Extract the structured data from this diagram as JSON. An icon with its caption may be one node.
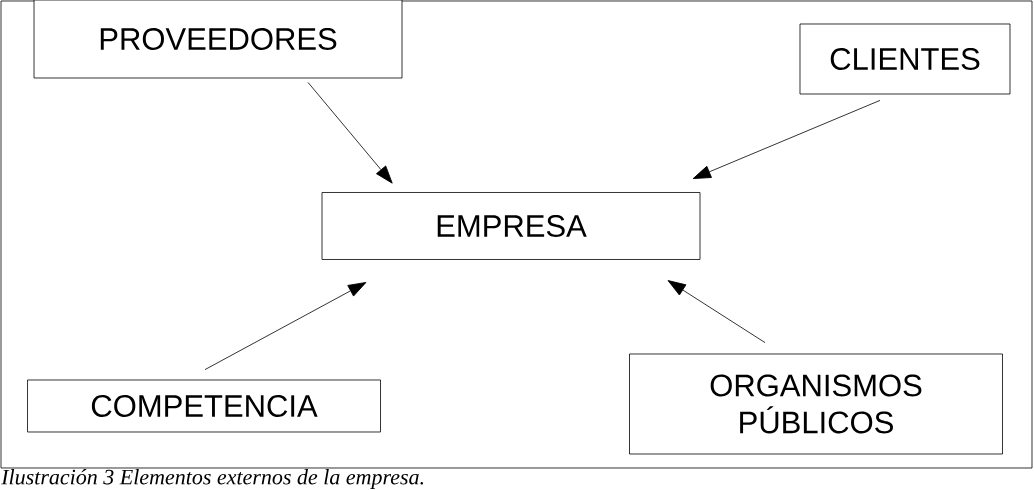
{
  "diagram": {
    "caption": "Ilustración 3 Elementos externos de la empresa.",
    "nodes": [
      {
        "text": [
          "PROVEEDORES"
        ]
      },
      {
        "text": [
          "CLIENTES"
        ]
      },
      {
        "text": [
          "EMPRESA"
        ]
      },
      {
        "text": [
          "COMPETENCIA"
        ]
      },
      {
        "text": [
          "ORGANISMOS PÚBLICOS"
        ]
      }
    ],
    "edges": [
      {
        "from": 0,
        "to": 2,
        "arrow": "to"
      },
      {
        "from": 1,
        "to": 2,
        "arrow": "to"
      },
      {
        "from": 3,
        "to": 2,
        "arrow": "to"
      },
      {
        "from": 4,
        "to": 2,
        "arrow": "to"
      }
    ]
  }
}
